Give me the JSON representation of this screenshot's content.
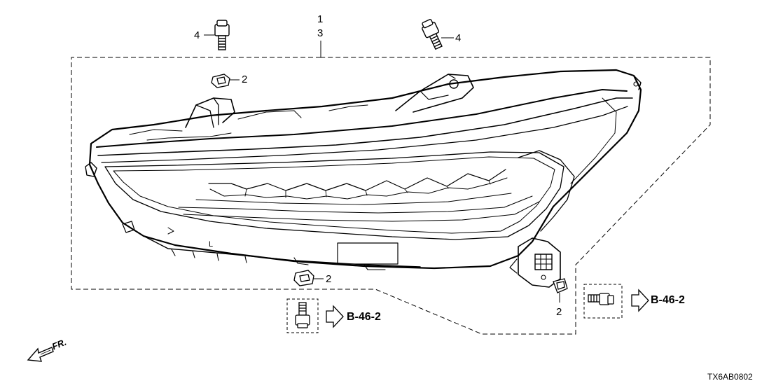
{
  "callouts": {
    "part_1": "1",
    "part_3": "3",
    "bolt_left": "4",
    "bolt_right": "4",
    "clip_top": "2",
    "clip_bottom": "2",
    "clip_right": "2"
  },
  "references": {
    "left": "B-46-2",
    "right": "B-46-2"
  },
  "front_indicator": "FR.",
  "diagram_code": "TX6AB0802",
  "colors": {
    "line": "#000000",
    "background": "#ffffff"
  }
}
